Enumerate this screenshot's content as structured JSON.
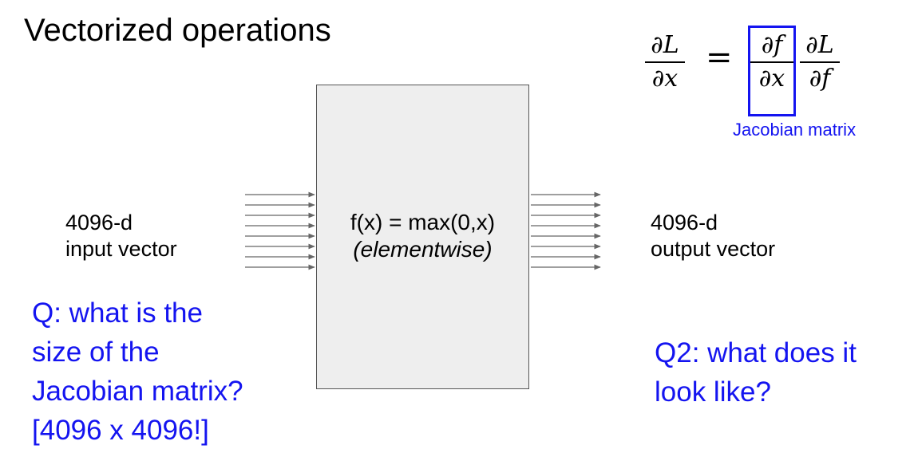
{
  "title": "Vectorized operations",
  "equation": {
    "lhs": {
      "numerator": "∂L",
      "denominator": "∂x"
    },
    "equals": "=",
    "jacobian": {
      "numerator": "∂f",
      "denominator": "∂x"
    },
    "rhs": {
      "numerator": "∂L",
      "denominator": "∂f"
    }
  },
  "jacobian_label": "Jacobian matrix",
  "box": {
    "function": "f(x) = max(0,x)",
    "note": "(elementwise)"
  },
  "input": {
    "line1": "4096-d",
    "line2": "input vector"
  },
  "output": {
    "line1": "4096-d",
    "line2": "output vector"
  },
  "question1": {
    "lines": [
      "Q: what is the",
      "size of the",
      "Jacobian matrix?",
      "[4096 x 4096!]"
    ]
  },
  "question2": {
    "lines": [
      "Q2: what does it",
      "look like?"
    ]
  },
  "colors": {
    "accent": "#1414f0",
    "box_fill": "#eeeeee",
    "box_border": "#555555",
    "arrow": "#666666"
  }
}
